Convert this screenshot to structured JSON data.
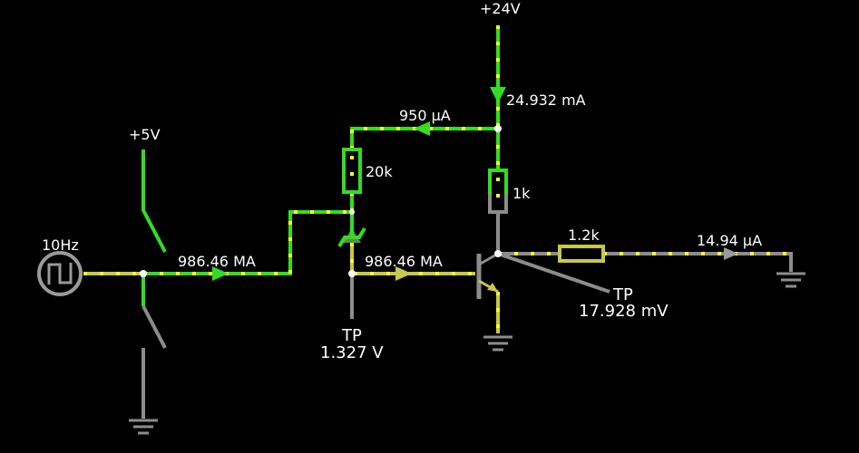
{
  "labels": {
    "supply_24v": "+24V",
    "supply_5v": "+5V",
    "source_freq": "10Hz",
    "collector_current": "24.932 mA",
    "r20k_current": "950 µA",
    "r20k": "20k",
    "r1k": "1k",
    "r1_2k": "1.2k",
    "output_current": "14.94 µA",
    "switch_current": "986.46 MA",
    "base_current": "986.46 MA",
    "tp1_label": "TP",
    "tp1_value": "1.327 V",
    "tp2_label": "TP",
    "tp2_value": "17.928 mV"
  },
  "colors": {
    "background": "#000000",
    "wire_active": "#33dd22",
    "wire_low": "#c8c84a",
    "wire_idle": "#8c8c8c",
    "current_dots": "#ffff22",
    "text": "#ffffff"
  }
}
